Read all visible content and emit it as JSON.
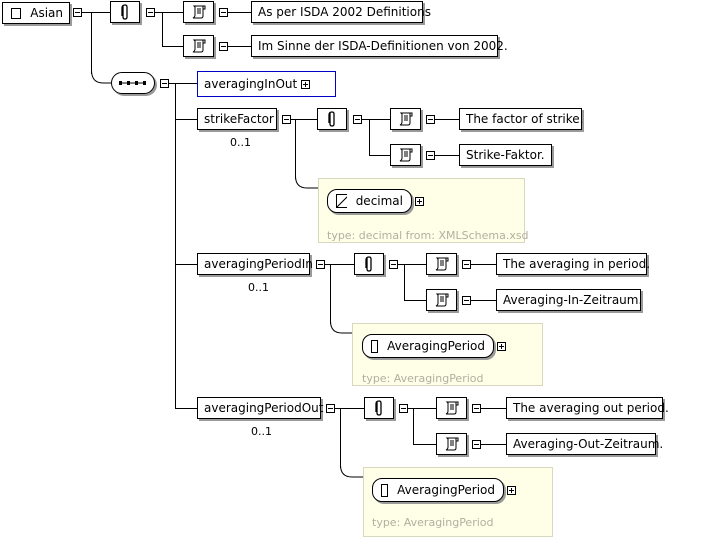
{
  "root": {
    "label": "Asian"
  },
  "root_docs": [
    "As per ISDA 2002 Definitions",
    "Im Sinne der ISDA-Definitionen von 2002."
  ],
  "group": {
    "label": "averagingInOut"
  },
  "strike": {
    "label": "strikeFactor",
    "card": "0..1",
    "docs": [
      "The factor of strike.",
      "Strike-Faktor."
    ],
    "type_name": "decimal",
    "type_text": "type: decimal from: XMLSchema.xsd"
  },
  "period_in": {
    "label": "averagingPeriodIn",
    "card": "0..1",
    "docs": [
      "The averaging in period.",
      "Averaging-In-Zeitraum."
    ],
    "type_name": "AveragingPeriod",
    "type_text": "type: AveragingPeriod"
  },
  "period_out": {
    "label": "averagingPeriodOut",
    "card": "0..1",
    "docs": [
      "The averaging out period.",
      "Averaging-Out-Zeitraum."
    ],
    "type_name": "AveragingPeriod",
    "type_text": "type: AveragingPeriod"
  }
}
